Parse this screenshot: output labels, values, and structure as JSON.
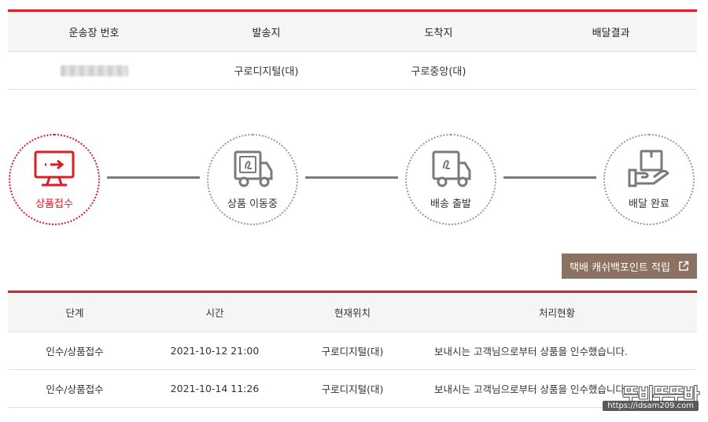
{
  "summary": {
    "headers": [
      "운송장 번호",
      "발송지",
      "도착지",
      "배달결과"
    ],
    "row": {
      "tracking_number": "",
      "origin": "구로디지털(대)",
      "destination": "구로중앙(대)",
      "result": ""
    }
  },
  "steps": [
    {
      "label": "상품접수",
      "icon": "monitor-arrow-icon",
      "active": true
    },
    {
      "label": "상품 이동중",
      "icon": "truck-icon",
      "active": false
    },
    {
      "label": "배송 출발",
      "icon": "truck-icon",
      "active": false
    },
    {
      "label": "배달 완료",
      "icon": "hand-box-icon",
      "active": false
    }
  ],
  "cashback_button": {
    "label": "택배 캐쉬백포인트 적립",
    "icon": "external-link-icon"
  },
  "tracking": {
    "headers": [
      "단계",
      "시간",
      "현재위치",
      "처리현황"
    ],
    "rows": [
      {
        "stage": "인수/상품접수",
        "time": "2021-10-12 21:00",
        "location": "구로디지털(대)",
        "status": "보내시는 고객님으로부터 상품을 인수했습니다."
      },
      {
        "stage": "인수/상품접수",
        "time": "2021-10-14 11:26",
        "location": "구로디지털(대)",
        "status": "보내시는 고객님으로부터 상품을 인수했습니다."
      }
    ]
  },
  "watermark": {
    "text": "뚜비뚜뚜바",
    "url": "https://idsam209.com"
  },
  "colors": {
    "accent": "#d71f26",
    "button": "#8b7262",
    "header_bg": "#f5f5f5",
    "connector": "#7a7a7a"
  }
}
